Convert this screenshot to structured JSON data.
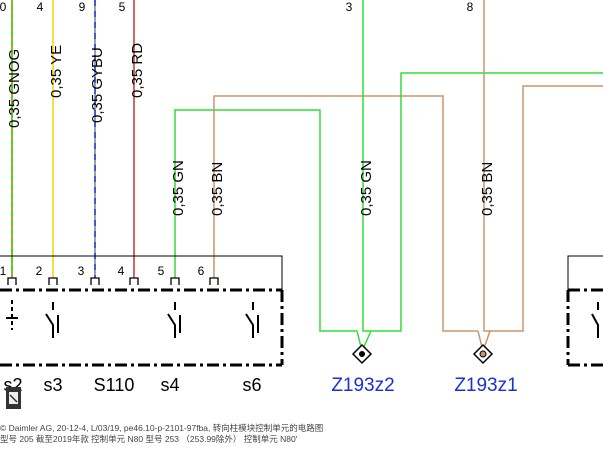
{
  "wires": [
    {
      "id": "gnog",
      "pin_top": "0",
      "label": "0,35 GNOG"
    },
    {
      "id": "ye",
      "pin_top": "4",
      "label": "0,35 YE"
    },
    {
      "id": "gybu",
      "pin_top": "9",
      "label": "0,35 GYBU"
    },
    {
      "id": "rd",
      "pin_top": "5",
      "label": "0,35 RD"
    },
    {
      "id": "gn-left",
      "label": "0,35 GN"
    },
    {
      "id": "bn-left",
      "label": "0,35 BN"
    },
    {
      "id": "gn-right",
      "pin_top": "3",
      "label": "0,35 GN"
    },
    {
      "id": "bn-right",
      "pin_top": "8",
      "label": "0,35 BN"
    }
  ],
  "connector_pins": [
    "1",
    "2",
    "3",
    "4",
    "5",
    "6"
  ],
  "switches": [
    "s2",
    "s3",
    "S110",
    "s4",
    "s6"
  ],
  "splices": [
    "Z193z2",
    "Z193z1"
  ],
  "colors": {
    "green": "#33dd33",
    "brown": "#c8956b",
    "yellow": "#f5d400",
    "red": "#b01818",
    "orange": "#f08a1e",
    "blue": "#2244dd",
    "gray": "#888888",
    "splice_label": "#1a2fd6"
  },
  "footer": {
    "line1": "© Daimler AG,  20-12-4,  L/03/19, pe46.10-p-2101-97fba, 转向柱模块控制单元的电路图",
    "line2": "型号 205 截至2019年款 控制单元 N80 型号 253 （253.99除外） 控制单元 N80'"
  }
}
